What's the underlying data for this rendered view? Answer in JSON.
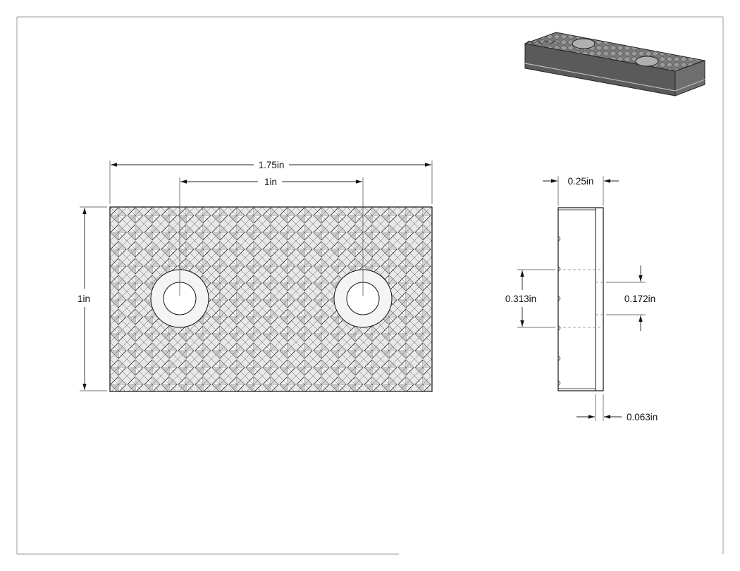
{
  "drawing": {
    "part": "knurled-serrated-pad",
    "dimensions": {
      "overall_length": "1.75in",
      "hole_spacing": "1in",
      "overall_height": "1in",
      "thickness": "0.25in",
      "counterbore_diameter": "0.313in",
      "hole_diameter": "0.172in",
      "base_thickness": "0.063in"
    }
  }
}
